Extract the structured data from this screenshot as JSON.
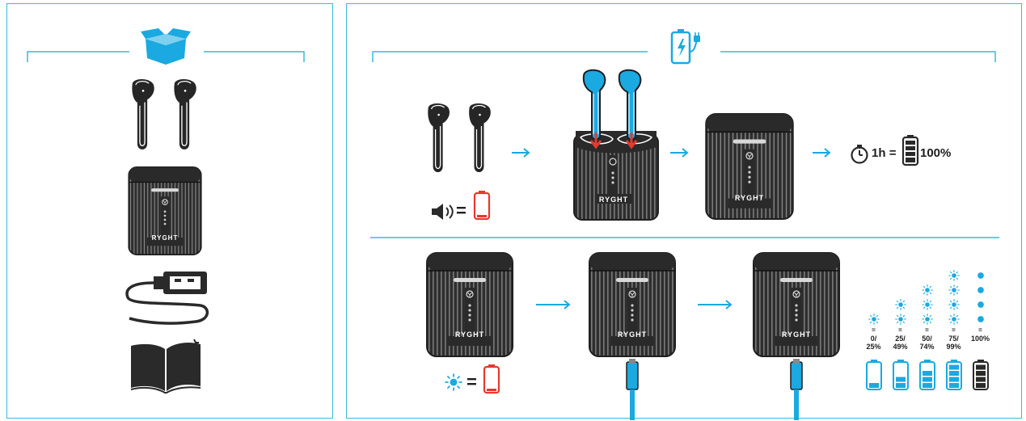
{
  "colors": {
    "accent": "#1aa9e1",
    "border": "#3ab9de",
    "dark": "#2a2a2a",
    "case_dark": "#333333",
    "alert_red": "#e8382e",
    "white": "#ffffff"
  },
  "brand": {
    "logo_text": "RYGHT"
  },
  "contents_panel": {
    "header_icon": "open-box-icon",
    "items": [
      "earbuds-icon",
      "charging-case-icon",
      "usb-cable-icon",
      "manual-book-icon"
    ]
  },
  "charging_panel": {
    "header_icon": "power-bank-plug-icon",
    "earbuds_section": {
      "low_battery": {
        "symbol": "="
      },
      "charge_time": {
        "label": "1h",
        "equals": "=",
        "result": "100%"
      }
    },
    "case_section": {
      "low_battery": {
        "symbol": "="
      },
      "levels": [
        {
          "range": "0/\n25%",
          "leds": 1,
          "led_icon": "sun",
          "battery_fill": 0.25
        },
        {
          "range": "25/\n49%",
          "leds": 2,
          "led_icon": "sun",
          "battery_fill": 0.5
        },
        {
          "range": "50/\n74%",
          "leds": 3,
          "led_icon": "sun",
          "battery_fill": 0.75
        },
        {
          "range": "75/\n99%",
          "leds": 4,
          "led_icon": "sun",
          "battery_fill": 1.0
        },
        {
          "range": "100%",
          "leds": 4,
          "led_icon": "dot",
          "battery_fill": 1.0
        }
      ],
      "level_equals": "="
    }
  }
}
